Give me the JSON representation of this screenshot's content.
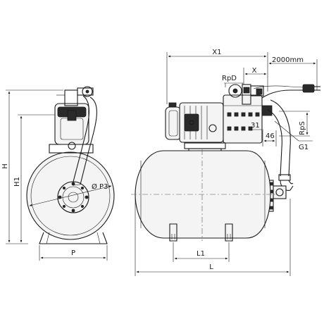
{
  "dimensions": {
    "H": "H",
    "H1": "H1",
    "P": "P",
    "P3": "Ø P3",
    "X1": "X1",
    "X": "X",
    "RpD": "RpD",
    "cable_length": "2000mm",
    "d31": "31",
    "d46": "46",
    "RpS": "RpS",
    "G1": "G1",
    "L1": "L1",
    "L": "L"
  }
}
